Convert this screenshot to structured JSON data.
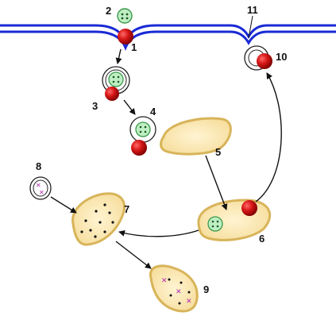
{
  "diagram": {
    "labels": {
      "n1": "1",
      "n2": "2",
      "n3": "3",
      "n4": "4",
      "n5": "5",
      "n6": "6",
      "n7": "7",
      "n8": "8",
      "n9": "9",
      "n10": "10",
      "n11": "11"
    },
    "colors": {
      "membrane": "#1a2ad6",
      "organelle_fill": "#fbe8b4",
      "organelle_edge": "#d8b45a",
      "receptor": "#c81414",
      "ligand_fill": "#bfeec4",
      "ligand_edge": "#3a9a4a",
      "marker": "#b02ab0",
      "arrow": "#111111"
    }
  }
}
